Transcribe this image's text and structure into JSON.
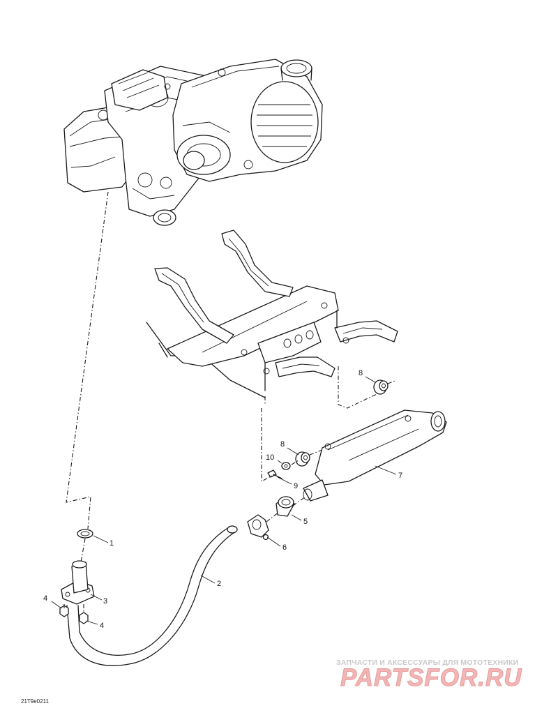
{
  "callouts": [
    {
      "id": "c1",
      "label": "1"
    },
    {
      "id": "c2",
      "label": "2"
    },
    {
      "id": "c3",
      "label": "3"
    },
    {
      "id": "c4a",
      "label": "4"
    },
    {
      "id": "c4b",
      "label": "4"
    },
    {
      "id": "c5",
      "label": "5"
    },
    {
      "id": "c6",
      "label": "6"
    },
    {
      "id": "c7",
      "label": "7"
    },
    {
      "id": "c8a",
      "label": "8"
    },
    {
      "id": "c8b",
      "label": "8"
    },
    {
      "id": "c9",
      "label": "9"
    },
    {
      "id": "c10",
      "label": "10"
    }
  ],
  "reference_code": "21T9e0211",
  "watermark": {
    "tagline": "ЗАПЧАСТИ И АКСЕССУАРЫ ДЛЯ МОТОТЕХНИКИ",
    "logo": "PARTSFOR.RU",
    "tagline_color": "#c9c9c9",
    "logo_color": "#f2b6b6"
  }
}
